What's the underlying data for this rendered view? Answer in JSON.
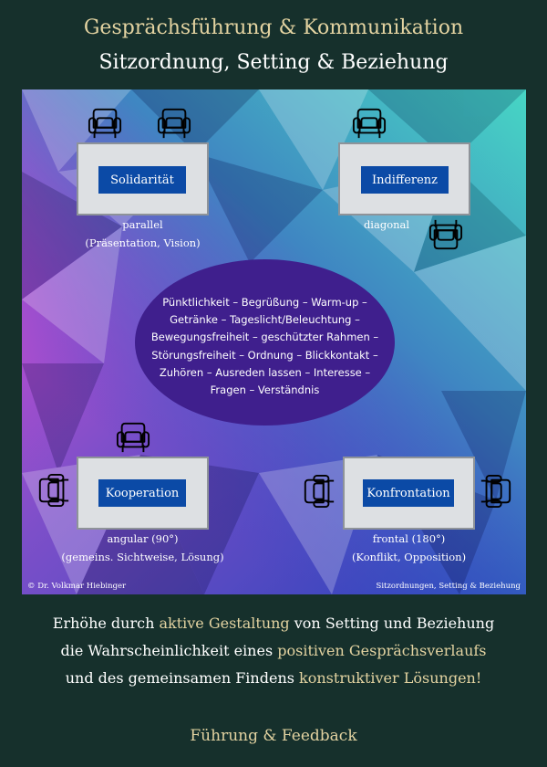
{
  "header": {
    "title": "Gesprächsführung & Kommunikation",
    "subtitle": "Sitzordnung, Setting & Beziehung"
  },
  "diagram": {
    "tables": [
      {
        "label": "Solidarität",
        "caption1": "parallel",
        "caption2": "(Präsentation, Vision)"
      },
      {
        "label": "Indifferenz",
        "caption1": "diagonal",
        "caption2": ""
      },
      {
        "label": "Kooperation",
        "caption1": "angular (90°)",
        "caption2": "(gemeins. Sichtweise, Lösung)"
      },
      {
        "label": "Konfrontation",
        "caption1": "frontal (180°)",
        "caption2": "(Konflikt, Opposition)"
      }
    ],
    "center_lines": [
      "Pünktlichkeit – Begrüßung – Warm-up –",
      "Getränke – Tageslicht/Beleuchtung –",
      "Bewegungsfreiheit – geschützter Rahmen –",
      "Störungsfreiheit – Ordnung –  Blickkontakt –",
      "Zuhören – Ausreden lassen – Interesse –",
      "Fragen – Verständnis"
    ],
    "copyright": "© Dr. Volkmar Hiebinger",
    "panel_footer": "Sitzordnungen, Setting & Beziehung",
    "colors": {
      "table_label_bg": "#0b4aa6",
      "oval": "#3f1f8d",
      "accent_text": "#e3d3a1",
      "background": "#16302c"
    }
  },
  "bottom": {
    "l1a": "Erhöhe durch ",
    "l1b": "aktive Gestaltung",
    "l1c": " von Setting und Beziehung",
    "l2a": "die Wahrscheinlichkeit eines ",
    "l2b": "positiven Gesprächsverlaufs",
    "l3a": "und des gemeinsamen Findens ",
    "l3b": "konstruktiver Lösungen!"
  },
  "footer": {
    "label": "Führung & Feedback"
  }
}
